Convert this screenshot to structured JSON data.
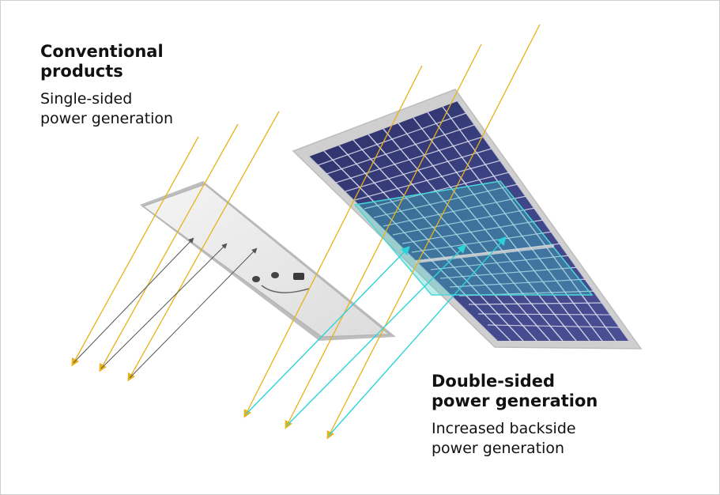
{
  "conventional": {
    "title_line1": "Conventional",
    "title_line2": "products",
    "subtitle_line1": "Single-sided",
    "subtitle_line2": "power generation"
  },
  "bifacial": {
    "title_line1": "Double-sided",
    "title_line2": "power generation",
    "subtitle_line1": "Increased backside",
    "subtitle_line2": "power generation"
  },
  "colors": {
    "sunlight_ray": "#e8b21a",
    "reflected_ray_bifacial": "#2ad4d8",
    "reflected_ray_conventional": "#555555",
    "panel_cells": "#3a3f7a",
    "panel_frame": "#c9c9c9"
  }
}
